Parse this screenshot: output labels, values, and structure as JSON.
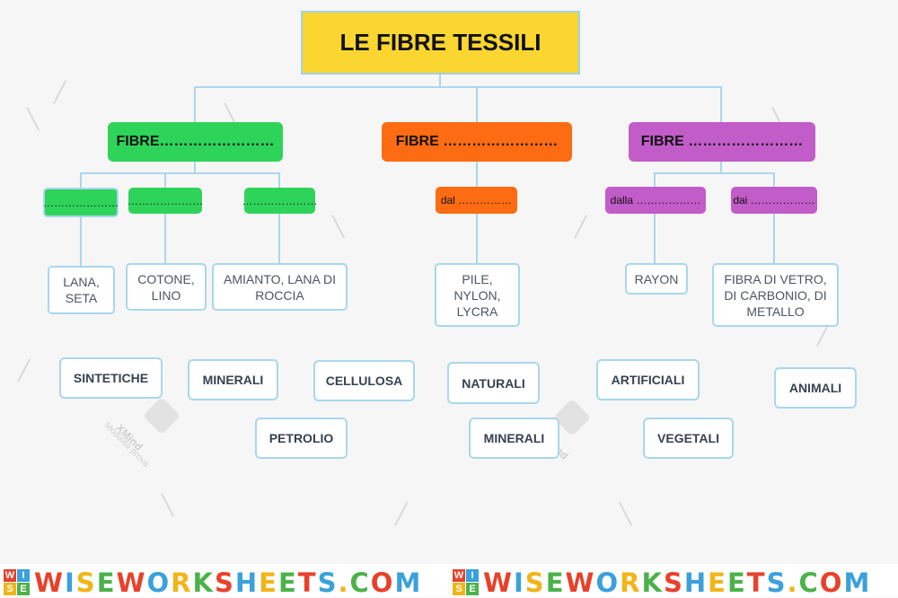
{
  "title": "LE FIBRE TESSILI",
  "categories": [
    {
      "label": "FIBRE……………………",
      "color": "#2ed45a"
    },
    {
      "label": "FIBRE ……………………",
      "color": "#fd6c12"
    },
    {
      "label": "FIBRE ……………………",
      "color": "#c25cc8"
    }
  ],
  "sub_boxes": [
    "…………………",
    "…………………",
    "…………………",
    "dal ……………",
    "dalla ………………",
    "dai ………………"
  ],
  "leaves": [
    "LANA, SETA",
    "COTONE, LINO",
    "AMIANTO, LANA DI ROCCIA",
    "PILE, NYLON, LYCRA",
    "RAYON",
    "FIBRA DI VETRO, DI CARBONIO, DI METALLO"
  ],
  "options": [
    "SINTETICHE",
    "MINERALI",
    "CELLULOSA",
    "NATURALI",
    "ARTIFICIALI",
    "ANIMALI",
    "PETROLIO",
    "MINERALI",
    "VEGETALI"
  ],
  "watermark": {
    "brand": "XMind",
    "sub": "Modalità prova"
  },
  "footer": {
    "brand": "WISEWORKSHEETS.COM",
    "logo_letters": [
      "W",
      "I",
      "S",
      "E"
    ]
  },
  "colors": {
    "title_bg": "#fcd630",
    "connector": "#a9d7ec",
    "option_text": "#374151"
  }
}
